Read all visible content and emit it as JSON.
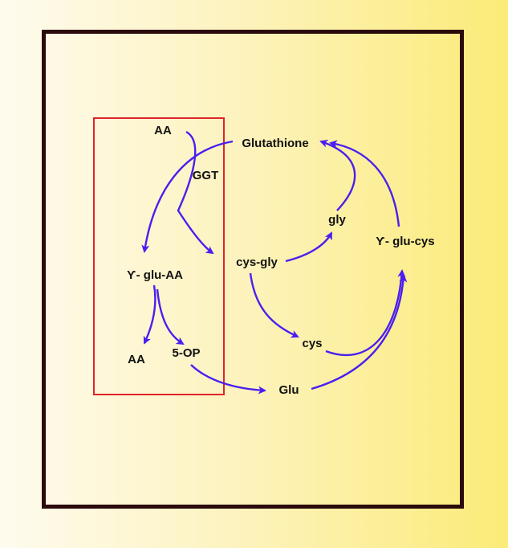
{
  "colors": {
    "background_left": "#fefbef",
    "background_right": "#fbeb78",
    "frame": "#2a0a0a",
    "highlight_box": "#e0232a",
    "arrows": "#4b1ef0",
    "text": "#111111"
  },
  "nodes": {
    "aa_top": "AA",
    "ggt": "GGT",
    "glutathione": "Glutathione",
    "gly": "gly",
    "gamma_glu_cys": "Ƴ- glu-cys",
    "cys_gly": "cys-gly",
    "gamma_glu_aa": "Ƴ- glu-AA",
    "aa_bottom": "AA",
    "five_op": "5-OP",
    "cys": "cys",
    "glu": "Glu"
  }
}
